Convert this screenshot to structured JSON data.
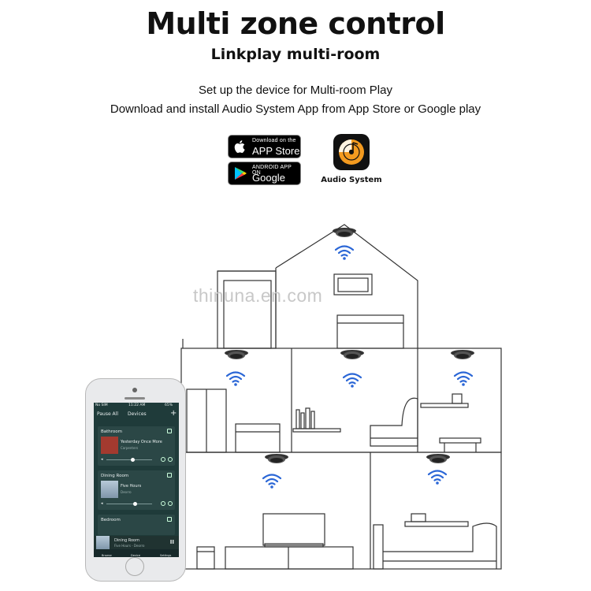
{
  "header": {
    "title": "Multi zone control",
    "subtitle": "Linkplay multi-room",
    "line1": "Set up the device for Multi-room Play",
    "line2": "Download and install Audio System App from App Store or Google play"
  },
  "badges": {
    "appstore": {
      "small": "Download on the",
      "big": "APP Store"
    },
    "googleplay": {
      "small": "ANDROID APP ON",
      "big": "Google play"
    }
  },
  "app": {
    "label": "Audio System",
    "accent": "#f39a1f"
  },
  "watermark": "thinuna.en.com",
  "colors": {
    "wifi": "#2a66d6",
    "line": "#333333"
  },
  "phone": {
    "status": {
      "carrier": "No SIM",
      "time": "11:22 AM",
      "battery": "65%"
    },
    "header": {
      "left": "Pause All",
      "center": "Devices",
      "add": "+"
    },
    "rooms": [
      {
        "name": "Bathroom",
        "song": "Yesterday Once More",
        "artist": "Carpenters",
        "volume": 0.55
      },
      {
        "name": "Dining Room",
        "song": "Five Hours",
        "artist": "Deorro",
        "volume": 0.6
      },
      {
        "name": "Bedroom"
      }
    ],
    "now_playing": {
      "room": "Dining Room",
      "track": "Five Hours - Deorro",
      "pause": "II"
    },
    "tabs": [
      "Browse",
      "Device",
      "Settings"
    ]
  }
}
